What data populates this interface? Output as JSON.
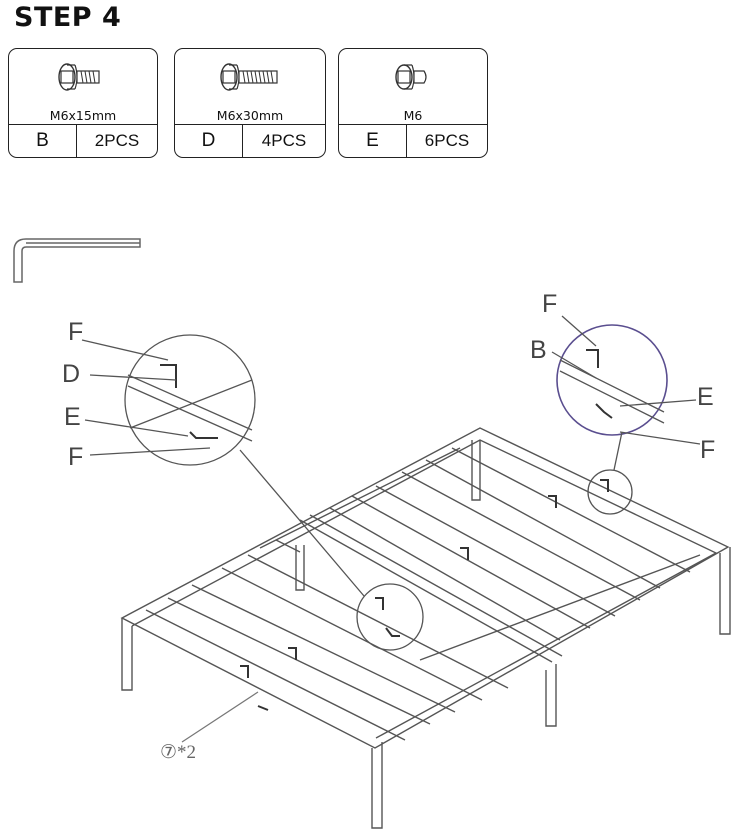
{
  "step": {
    "title": "STEP 4"
  },
  "parts": [
    {
      "code": "B",
      "size": "M6x15mm",
      "qty": "2PCS",
      "icon": "short-bolt-icon"
    },
    {
      "code": "D",
      "size": "M6x30mm",
      "qty": "4PCS",
      "icon": "long-bolt-icon"
    },
    {
      "code": "E",
      "size": "M6",
      "qty": "6PCS",
      "icon": "barrel-nut-icon"
    }
  ],
  "tool": {
    "icon": "allen-key-icon"
  },
  "left_detail": {
    "labels": [
      "F",
      "D",
      "E",
      "F"
    ]
  },
  "right_detail": {
    "labels": [
      "F",
      "B",
      "E",
      "F"
    ]
  },
  "callout": {
    "text": "⑦*2"
  }
}
